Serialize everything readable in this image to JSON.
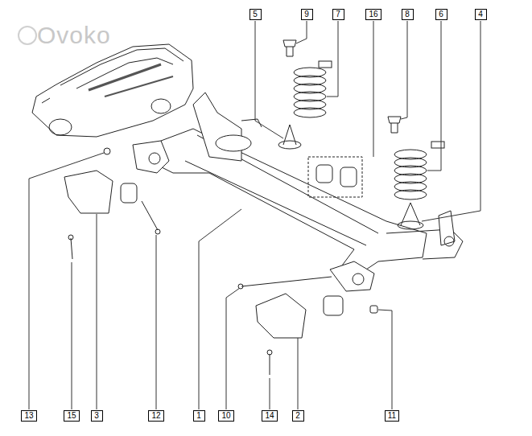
{
  "diagram": {
    "labels": [
      "Ovoko",
      "5",
      "9",
      "7",
      "16",
      "8",
      "6",
      "4",
      "13",
      "15",
      "3",
      "12",
      "1",
      "10",
      "14",
      "2",
      "11"
    ]
  }
}
